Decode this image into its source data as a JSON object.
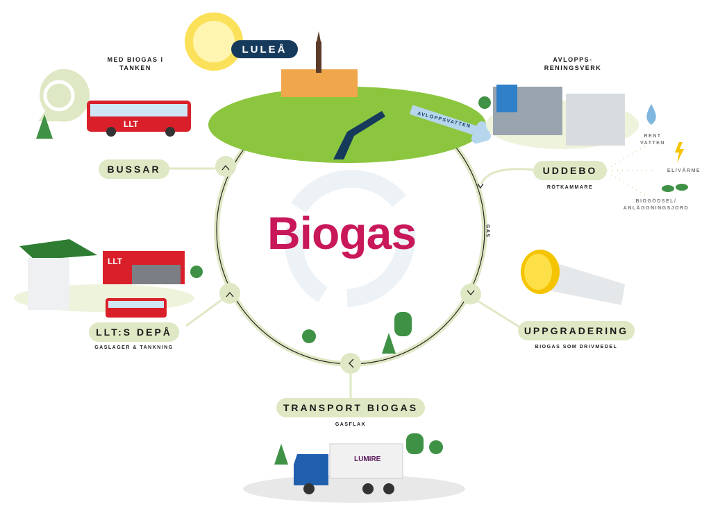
{
  "title": "Biogas",
  "city": "LULEÅ",
  "colors": {
    "accent": "#c8185a",
    "pill": "#dfe8c4",
    "navy": "#163a5c",
    "bus_red": "#d9202a"
  },
  "captions": {
    "buses_top": "MED BIOGAS I TANKEN",
    "plant_top": "AVLOPPS-RENINGSVERK",
    "wastewater": "AVLOPPSVATTEN",
    "gas": "GAS"
  },
  "stations": [
    {
      "name": "BUSSAR",
      "sub": ""
    },
    {
      "name": "UDDEBO",
      "sub": "RÖTKAMMARE"
    },
    {
      "name": "UPPGRADERING",
      "sub": "BIOGAS SOM DRIVMEDEL"
    },
    {
      "name": "TRANSPORT BIOGAS",
      "sub": "GASFLAK"
    },
    {
      "name": "LLT:S DEPÅ",
      "sub": "GASLAGER & TANKNING"
    }
  ],
  "outputs": [
    "RENT VATTEN",
    "EL/VÄRME",
    "BIOGÖDSEL/ ANLÄGGNINGSJORD"
  ],
  "logos": {
    "bus": "LLT",
    "truck": "LUMIRE"
  }
}
